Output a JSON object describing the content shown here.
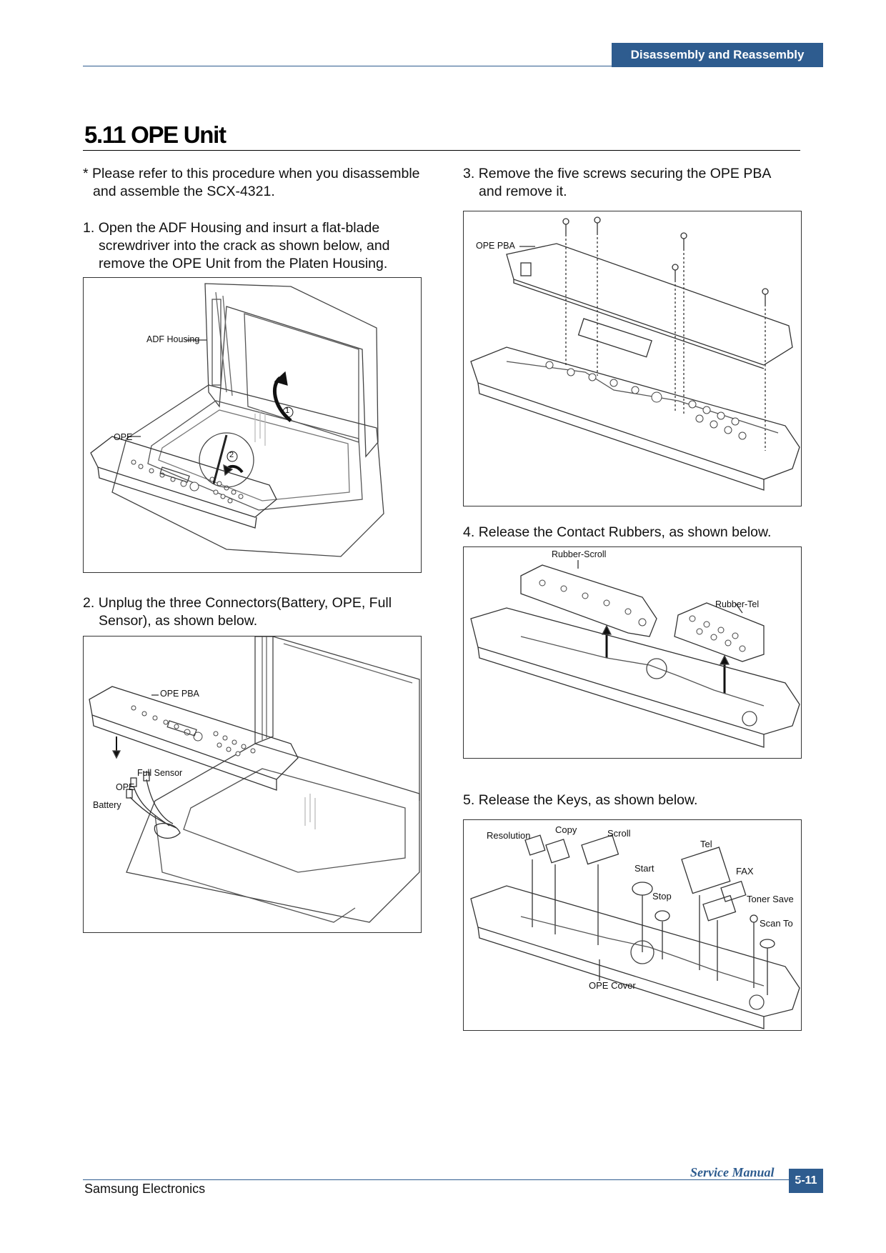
{
  "header": {
    "section": "Disassembly and Reassembly"
  },
  "title": "5.11 OPE Unit",
  "note": {
    "star": "*",
    "line1": "Please refer to this procedure when you disassemble",
    "line2": "and assemble the SCX-4321."
  },
  "steps": [
    {
      "num": "1.",
      "line1": "Open the ADF Housing and insurt a flat-blade",
      "line2": "screwdriver into the crack as shown below, and",
      "line3": "remove the OPE Unit from the Platen Housing."
    },
    {
      "num": "2.",
      "line1": "Unplug the three Connectors(Battery, OPE, Full",
      "line2": "Sensor), as shown below."
    },
    {
      "num": "3.",
      "line1": "Remove the five screws securing the OPE PBA",
      "line2": "and remove it."
    },
    {
      "num": "4.",
      "line1": "Release the Contact Rubbers, as shown below."
    },
    {
      "num": "5.",
      "line1": "Release the Keys, as shown below."
    }
  ],
  "figures": {
    "fig1": {
      "adf_housing": "ADF Housing",
      "ope": "OPE",
      "marker1": "1",
      "marker2": "2"
    },
    "fig2": {
      "ope_pba": "OPE PBA",
      "full_sensor": "Full Sensor",
      "ope": "OPE",
      "battery": "Battery"
    },
    "fig3": {
      "ope_pba": "OPE PBA"
    },
    "fig4": {
      "rubber_scroll": "Rubber-Scroll",
      "rubber_tel": "Rubber-Tel"
    },
    "fig5": {
      "resolution": "Resolution",
      "copy": "Copy",
      "scroll": "Scroll",
      "tel": "Tel",
      "start": "Start",
      "fax": "FAX",
      "stop": "Stop",
      "toner_save": "Toner Save",
      "scan_to": "Scan To",
      "ope_cover": "OPE Cover"
    }
  },
  "footer": {
    "company": "Samsung Electronics",
    "manual": "Service Manual",
    "page": "5-11"
  },
  "colors": {
    "accent": "#2e5c8f"
  }
}
